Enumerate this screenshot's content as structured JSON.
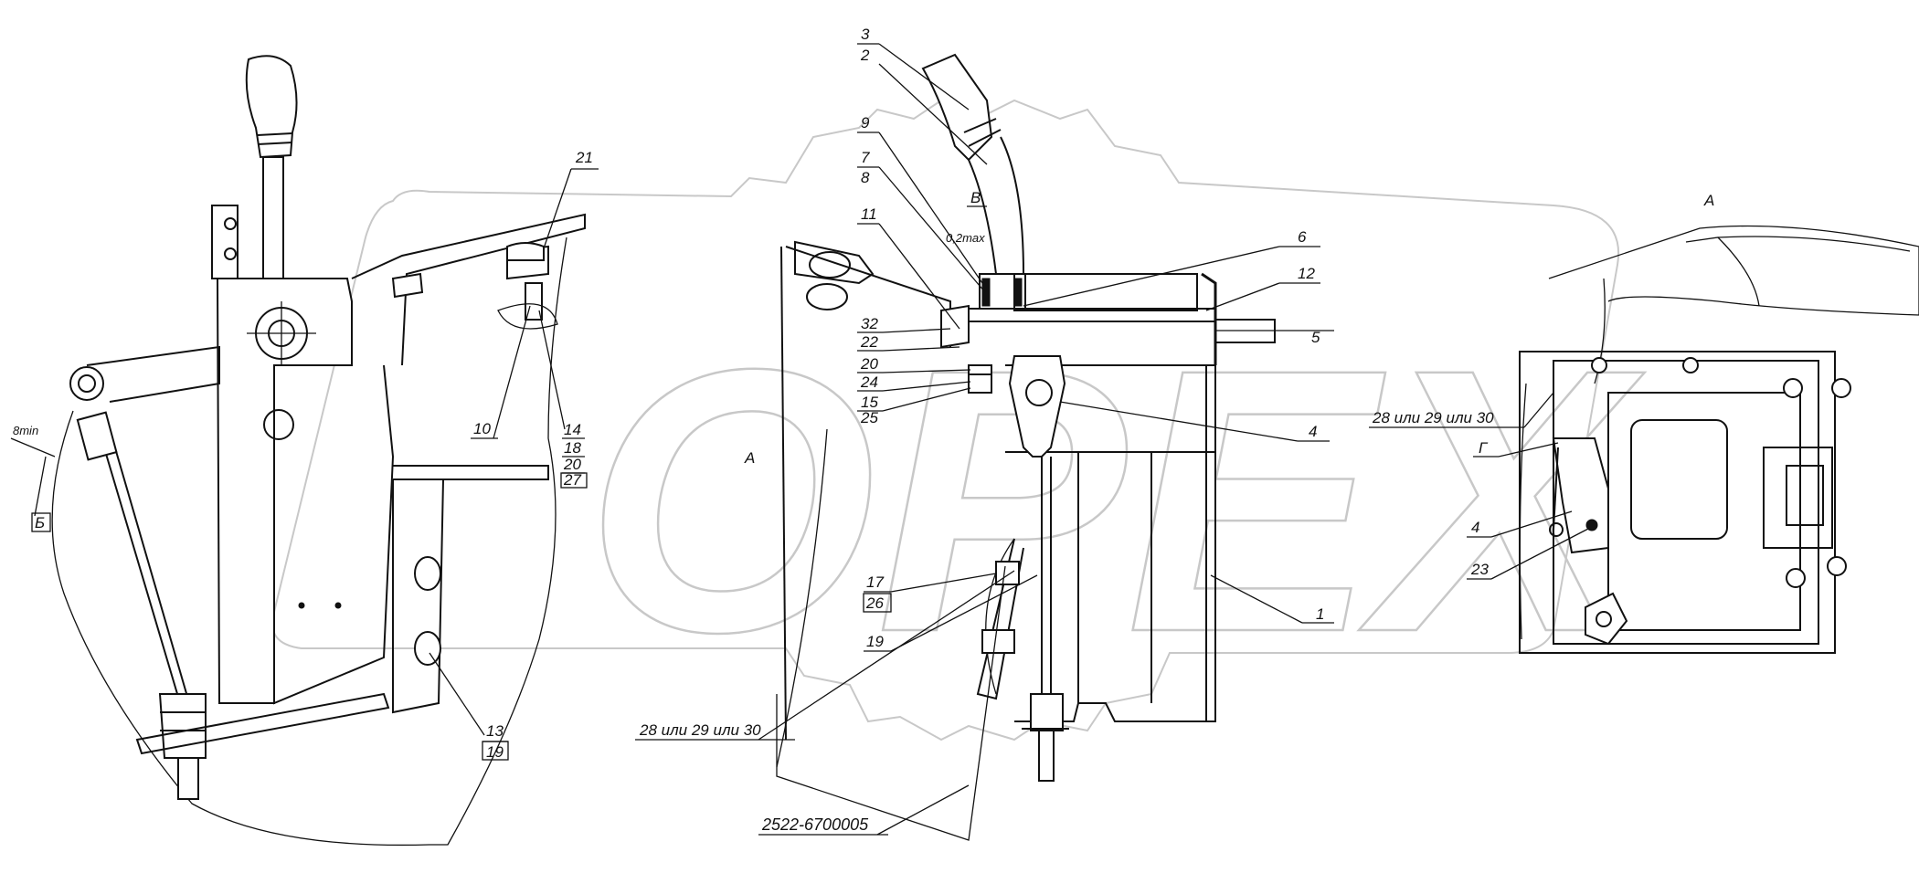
{
  "watermark": "OPEX",
  "callouts": {
    "c21": "21",
    "c10": "10",
    "c14": "14",
    "c18": "18",
    "c20a": "20",
    "c27": "27",
    "c13": "13",
    "c19a": "19",
    "c8min": "8min",
    "cB_left": "Б",
    "c3": "3",
    "c2": "2",
    "c9": "9",
    "c7": "7",
    "c8": "8",
    "cV": "В",
    "c02max": "0,2max",
    "c11": "11",
    "c6": "6",
    "c12": "12",
    "c5": "5",
    "c32": "32",
    "c22": "22",
    "c20b": "20",
    "c24": "24",
    "c15": "15",
    "c25": "25",
    "c4a": "4",
    "cA_mid": "А",
    "c17": "17",
    "c26": "26",
    "c19b": "19",
    "c1": "1",
    "c28_mid": "28 или 29 или 30",
    "cPart": "2522-6700005",
    "cA_right": "А",
    "c28_right": "28 или 29 или 30",
    "cG": "Г",
    "c4b": "4",
    "c23": "23"
  }
}
